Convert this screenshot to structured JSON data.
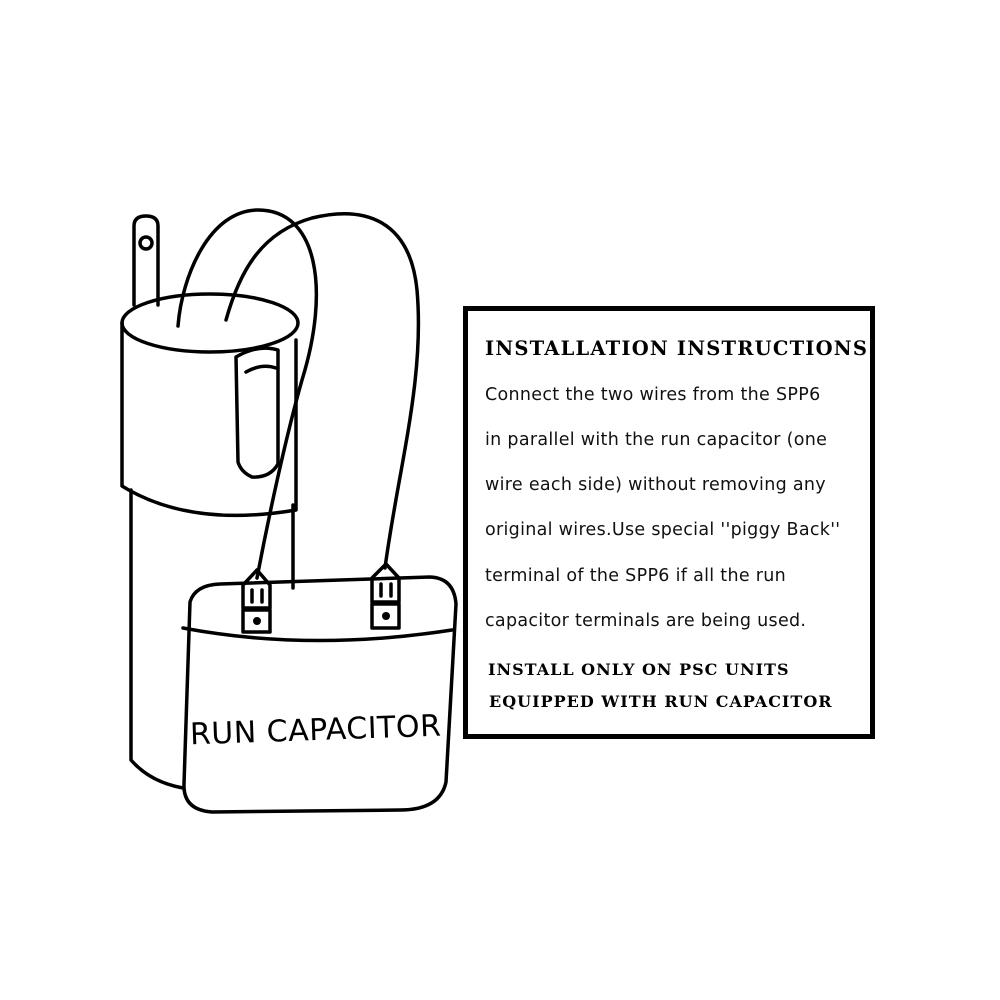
{
  "diagram": {
    "capacitor_label": "RUN CAPACITOR"
  },
  "instructions": {
    "title": "INSTALLATION INSTRUCTIONS:",
    "lines": [
      "Connect the two wires from the SPP6",
      "in parallel with the run capacitor (one",
      "wire each side) without removing any",
      "original wires.Use special ''piggy Back''",
      "terminal of the SPP6  if all the run",
      "capacitor terminals are being used."
    ],
    "warning_lines": [
      "INSTALL ONLY ON PSC UNITS",
      "EQUIPPED WITH RUN CAPACITOR"
    ]
  }
}
